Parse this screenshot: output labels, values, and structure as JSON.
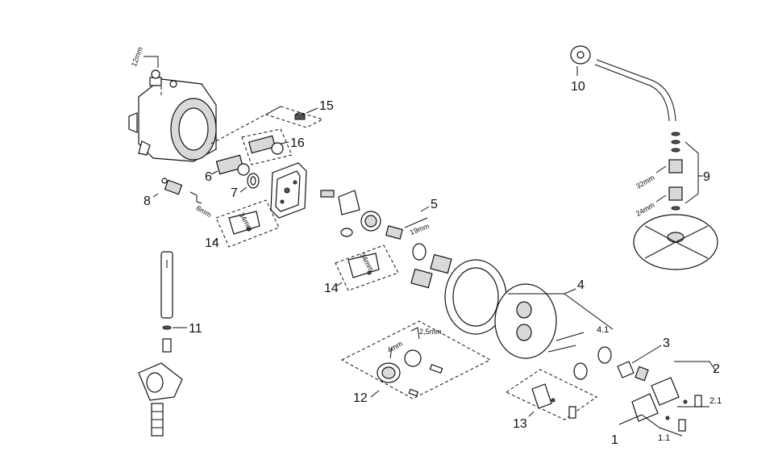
{
  "callouts": {
    "c1": "1",
    "c1_1": "1.1",
    "c2": "2",
    "c2_1": "2.1",
    "c3": "3",
    "c4": "4",
    "c4_1": "4.1",
    "c5": "5",
    "c6": "6",
    "c7": "7",
    "c8": "8",
    "c9": "9",
    "c10": "10",
    "c11": "11",
    "c12": "12",
    "c13": "13",
    "c14a": "14",
    "c14b": "14",
    "c15": "15",
    "c16": "16"
  },
  "tool_sizes": {
    "hex_12": "12mm",
    "hex_8": "8mm",
    "wrench_34a": "34mm",
    "wrench_34b": "34mm",
    "wrench_19": "19mm",
    "wrench_32": "32mm",
    "wrench_24": "24mm",
    "hex_2_5": "2,5mm",
    "hex_4": "4mm"
  },
  "colors": {
    "ink": "#111111",
    "paper": "#ffffff",
    "shade": "#d9d9d9"
  }
}
